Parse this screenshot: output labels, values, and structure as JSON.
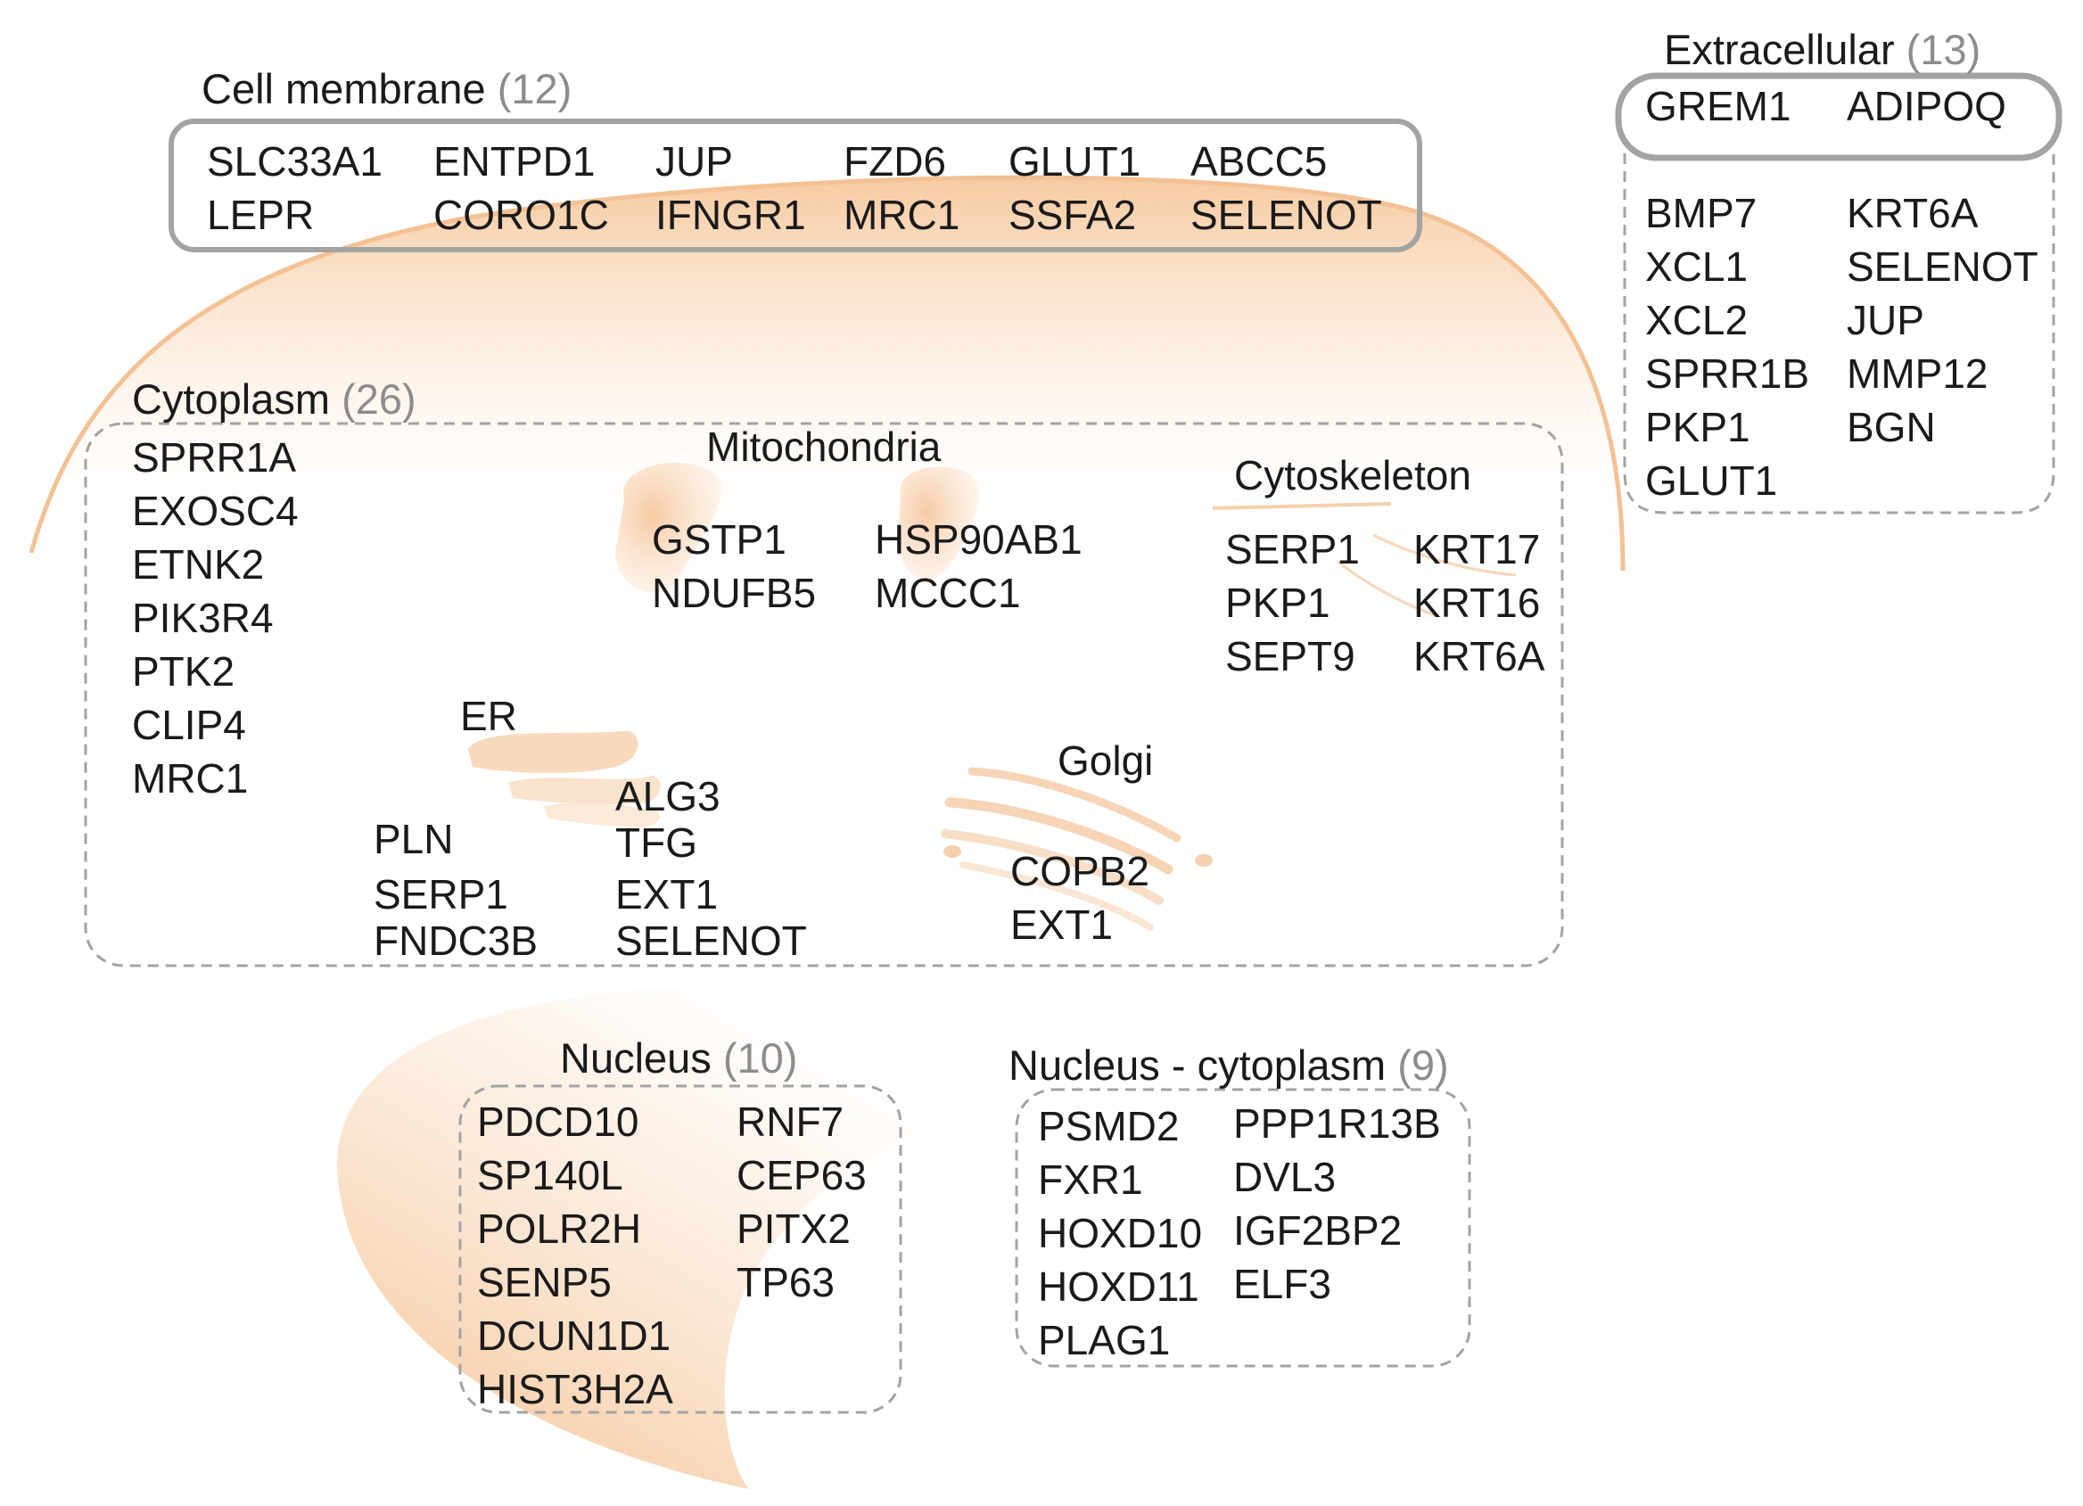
{
  "cell_membrane": {
    "title": "Cell membrane",
    "count": "(12)",
    "rows": [
      [
        "SLC33A1",
        "ENTPD1",
        "JUP",
        "FZD6",
        "GLUT1",
        "ABCC5"
      ],
      [
        "LEPR",
        "CORO1C",
        "IFNGR1",
        "MRC1",
        "SSFA2",
        "SELENOT"
      ]
    ]
  },
  "extracellular": {
    "title": "Extracellular",
    "count": "(13)",
    "top_row": [
      "GREM1",
      "ADIPOQ"
    ],
    "col1": [
      "BMP7",
      "XCL1",
      "XCL2",
      "SPRR1B",
      "PKP1",
      "GLUT1"
    ],
    "col2": [
      "KRT6A",
      "SELENOT",
      "JUP",
      "MMP12",
      "BGN"
    ]
  },
  "cytoplasm": {
    "title": "Cytoplasm",
    "count": "(26)",
    "genes": [
      "SPRR1A",
      "EXOSC4",
      "ETNK2",
      "PIK3R4",
      "PTK2",
      "CLIP4",
      "MRC1"
    ]
  },
  "mitochondria": {
    "title": "Mitochondria",
    "col1": [
      "GSTP1",
      "NDUFB5"
    ],
    "col2": [
      "HSP90AB1",
      "MCCC1"
    ]
  },
  "cytoskeleton": {
    "title": "Cytoskeleton",
    "col1": [
      "SERP1",
      "PKP1",
      "SEPT9"
    ],
    "col2": [
      "KRT17",
      "KRT16",
      "KRT6A"
    ]
  },
  "er": {
    "title": "ER",
    "col1": [
      "PLN",
      "SERP1",
      "FNDC3B"
    ],
    "col2": [
      "ALG3",
      "TFG",
      "EXT1",
      "SELENOT"
    ]
  },
  "golgi": {
    "title": "Golgi",
    "genes": [
      "COPB2",
      "EXT1"
    ]
  },
  "nucleus": {
    "title": "Nucleus",
    "count": "(10)",
    "col1": [
      "PDCD10",
      "SP140L",
      "POLR2H",
      "SENP5",
      "DCUN1D1",
      "HIST3H2A"
    ],
    "col2": [
      "RNF7",
      "CEP63",
      "PITX2",
      "TP63"
    ]
  },
  "nucleus_cytoplasm": {
    "title": "Nucleus - cytoplasm",
    "count": "(9)",
    "col1": [
      "PSMD2",
      "FXR1",
      "HOXD10",
      "HOXD11",
      "PLAG1"
    ],
    "col2": [
      "PPP1R13B",
      "DVL3",
      "IGF2BP2",
      "ELF3"
    ]
  },
  "colors": {
    "cell_fill": "#f6c89c",
    "organelle": "#f3b98c",
    "box_stroke": "#a3a3a3",
    "count_text": "#8c8c8c"
  }
}
